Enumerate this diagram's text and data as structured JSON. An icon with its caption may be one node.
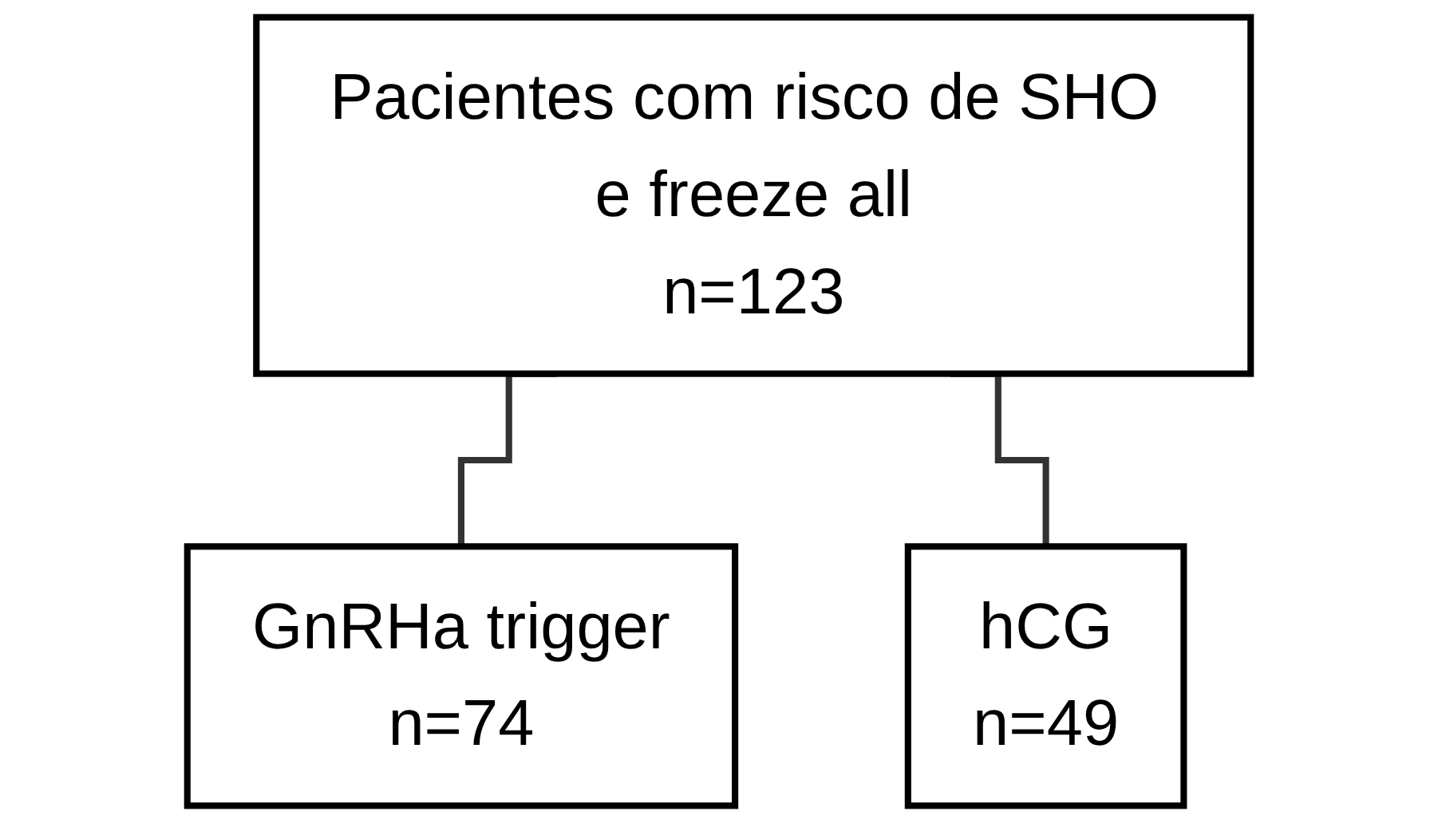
{
  "diagram": {
    "nodes": [
      {
        "text": [
          "Pacientes com risco de SHO e freeze all",
          "n=123"
        ]
      },
      {
        "text": [
          "GnRHa trigger",
          "n=74"
        ]
      },
      {
        "text": [
          "hCG",
          "n=49"
        ]
      }
    ],
    "edges": [
      {
        "from": 0,
        "to": 1,
        "arrow": "none"
      },
      {
        "from": 0,
        "to": 2,
        "arrow": "none"
      }
    ]
  }
}
